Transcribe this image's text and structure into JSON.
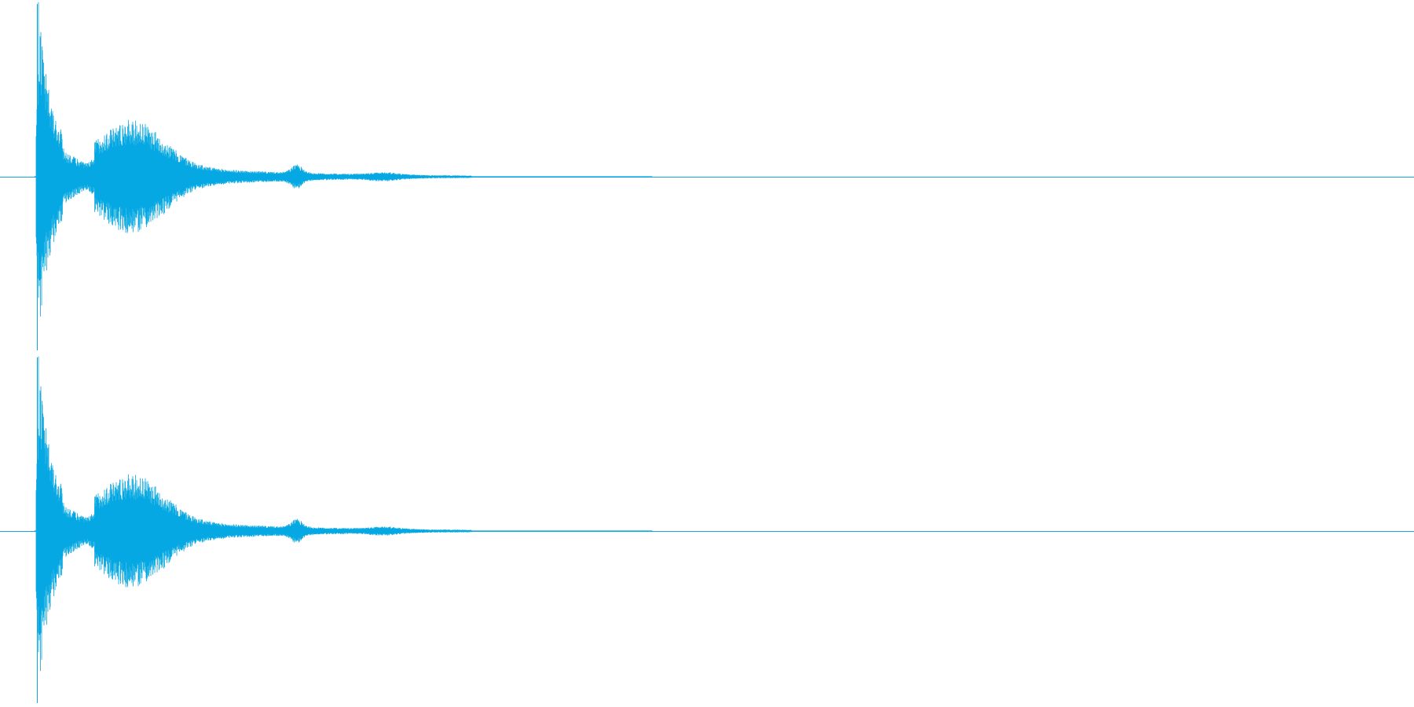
{
  "waveform": {
    "color": "#05a8e2",
    "line_color": "#16a6dc",
    "background": "#ffffff",
    "channel_count": 2,
    "channels": [
      {
        "name": "",
        "onset_fraction": 0.0259,
        "decay_end_fraction": 0.46
      },
      {
        "name": "",
        "onset_fraction": 0.0259,
        "decay_end_fraction": 0.46
      }
    ]
  }
}
